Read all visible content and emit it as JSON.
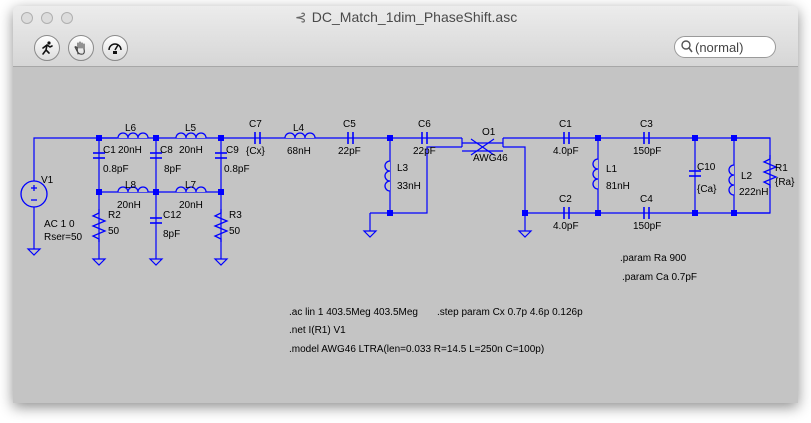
{
  "window": {
    "title": "DC_Match_1dim_PhaseShift.asc",
    "title_icon": "schematic-icon",
    "traffic_lights": [
      "close",
      "minimize",
      "zoom"
    ]
  },
  "toolbar": {
    "buttons": [
      {
        "name": "run-simulation",
        "icon": "running-man-icon"
      },
      {
        "name": "halt",
        "icon": "hand-icon"
      },
      {
        "name": "probe",
        "icon": "gauge-icon"
      }
    ],
    "search_placeholder": "(normal)"
  },
  "schematic": {
    "components": {
      "V1": {
        "ref": "V1",
        "lines": [
          "AC 1 0",
          "Rser=50"
        ]
      },
      "C1a": {
        "ref": "C1",
        "value": "0.8pF"
      },
      "L6": {
        "ref": "L6",
        "value": "20nH"
      },
      "C8": {
        "ref": "C8",
        "value": "8pF"
      },
      "L5": {
        "ref": "L5",
        "value": "20nH"
      },
      "C9": {
        "ref": "C9",
        "value": "0.8pF"
      },
      "L8": {
        "ref": "L8",
        "value": "20nH"
      },
      "L7": {
        "ref": "L7",
        "value": "20nH"
      },
      "R2": {
        "ref": "R2",
        "value": "50"
      },
      "C12": {
        "ref": "C12",
        "value": "8pF"
      },
      "R3": {
        "ref": "R3",
        "value": "50"
      },
      "C7": {
        "ref": "C7",
        "value": "{Cx}"
      },
      "L4": {
        "ref": "L4",
        "value": "68nH"
      },
      "C5": {
        "ref": "C5",
        "value": "22pF"
      },
      "C6": {
        "ref": "C6",
        "value": "22pF"
      },
      "L3": {
        "ref": "L3",
        "value": "33nH"
      },
      "O1": {
        "ref": "O1",
        "value": "AWG46"
      },
      "C1b": {
        "ref": "C1",
        "value": "4.0pF"
      },
      "C2": {
        "ref": "C2",
        "value": "4.0pF"
      },
      "L1": {
        "ref": "L1",
        "value": "81nH"
      },
      "C3": {
        "ref": "C3",
        "value": "150pF"
      },
      "C4": {
        "ref": "C4",
        "value": "150pF"
      },
      "C10": {
        "ref": "C10",
        "value": "{Ca}"
      },
      "L2": {
        "ref": "L2",
        "value": "222nH"
      },
      "R1": {
        "ref": "R1",
        "value": "{Ra}"
      }
    },
    "directives": {
      "param_ra": ".param Ra 900",
      "param_ca": ".param Ca 0.7pF",
      "ac": ".ac lin 1 403.5Meg 403.5Meg",
      "step": ".step param Cx 0.7p 4.6p 0.126p",
      "net": ".net I(R1) V1",
      "model": ".model AWG46 LTRA(len=0.033 R=14.5 L=250n C=100p)"
    },
    "colors": {
      "wire": "#0000ff",
      "background": "#c4c4c4",
      "text": "#000000"
    }
  }
}
